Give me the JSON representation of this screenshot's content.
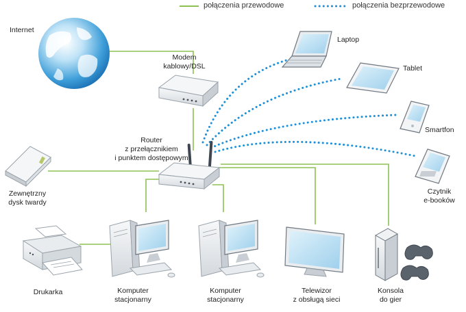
{
  "legend": {
    "wired": "połączenia przewodowe",
    "wireless": "połączenia bezprzewodowe"
  },
  "labels": {
    "internet": "Internet",
    "modem_line1": "Modem",
    "modem_line2": "kablowy/DSL",
    "router_line1": "Router",
    "router_line2": "z przełącznikiem",
    "router_line3": "i punktem dostępowym",
    "laptop": "Laptop",
    "tablet": "Tablet",
    "smartphone": "Smartfon",
    "ereader_line1": "Czytnik",
    "ereader_line2": "e-booków",
    "ext_disk_line1": "Zewnętrzny",
    "ext_disk_line2": "dysk twardy",
    "printer": "Drukarka",
    "pc1_line1": "Komputer",
    "pc1_line2": "stacjonarny",
    "pc2_line1": "Komputer",
    "pc2_line2": "stacjonarny",
    "tv_line1": "Telewizor",
    "tv_line2": "z obsługą sieci",
    "console_line1": "Konsola",
    "console_line2": "do gier"
  },
  "colors": {
    "wired": "#8cc152",
    "wireless": "#1e90d8",
    "device_body": "#e8ebee",
    "device_edge": "#9aa3ab"
  }
}
